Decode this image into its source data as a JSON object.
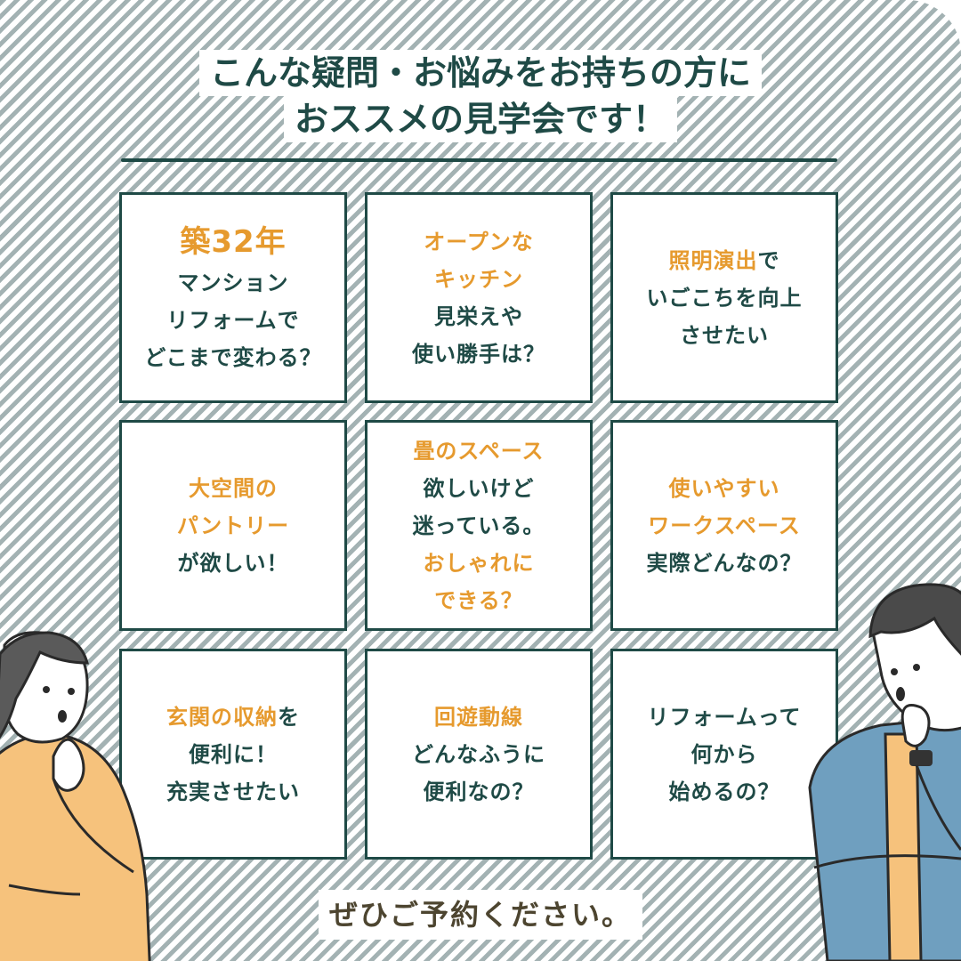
{
  "heading": {
    "line1": "こんな疑問・お悩みをお持ちの方に",
    "line2": "おススメの見学会です！"
  },
  "cards": [
    {
      "lines": [
        [
          {
            "t": "築32年",
            "c": "o",
            "big": true
          }
        ],
        [
          {
            "t": "マンション"
          }
        ],
        [
          {
            "t": "リフォームで"
          }
        ],
        [
          {
            "t": "どこまで変わる？"
          }
        ]
      ]
    },
    {
      "lines": [
        [
          {
            "t": "オープンな",
            "c": "o"
          }
        ],
        [
          {
            "t": "キッチン",
            "c": "o"
          }
        ],
        [
          {
            "t": "見栄えや"
          }
        ],
        [
          {
            "t": "使い勝手は？"
          }
        ]
      ]
    },
    {
      "lines": [
        [
          {
            "t": "照明演出",
            "c": "o"
          },
          {
            "t": "で"
          }
        ],
        [
          {
            "t": "いごこちを向上"
          }
        ],
        [
          {
            "t": "させたい"
          }
        ]
      ]
    },
    {
      "lines": [
        [
          {
            "t": "大空間の",
            "c": "o"
          }
        ],
        [
          {
            "t": "パントリー",
            "c": "o"
          }
        ],
        [
          {
            "t": "が欲しい！"
          }
        ]
      ]
    },
    {
      "lines": [
        [
          {
            "t": "畳のスペース",
            "c": "o"
          }
        ],
        [
          {
            "t": "欲しいけど"
          }
        ],
        [
          {
            "t": "迷っている。"
          }
        ],
        [
          {
            "t": "おしゃれに",
            "c": "o"
          }
        ],
        [
          {
            "t": "できる？",
            "c": "o"
          }
        ]
      ]
    },
    {
      "lines": [
        [
          {
            "t": "使いやすい",
            "c": "o"
          }
        ],
        [
          {
            "t": "ワークスペース",
            "c": "o"
          }
        ],
        [
          {
            "t": "実際どんなの？"
          }
        ]
      ]
    },
    {
      "lines": [
        [
          {
            "t": "玄関の収納",
            "c": "o"
          },
          {
            "t": "を"
          }
        ],
        [
          {
            "t": "便利に！"
          }
        ],
        [
          {
            "t": "充実させたい"
          }
        ]
      ]
    },
    {
      "lines": [
        [
          {
            "t": "回遊動線",
            "c": "o"
          }
        ],
        [
          {
            "t": "どんなふうに"
          }
        ],
        [
          {
            "t": "便利なの？"
          }
        ]
      ]
    },
    {
      "lines": [
        [
          {
            "t": "リフォームって"
          }
        ],
        [
          {
            "t": "何から"
          }
        ],
        [
          {
            "t": "始めるの？"
          }
        ]
      ]
    }
  ],
  "footer": "ぜひご予約ください。",
  "colors": {
    "dark": "#1f4a46",
    "accent": "#e69a2e",
    "stripe": "#a3b2b3",
    "footer": "#4d4530"
  }
}
